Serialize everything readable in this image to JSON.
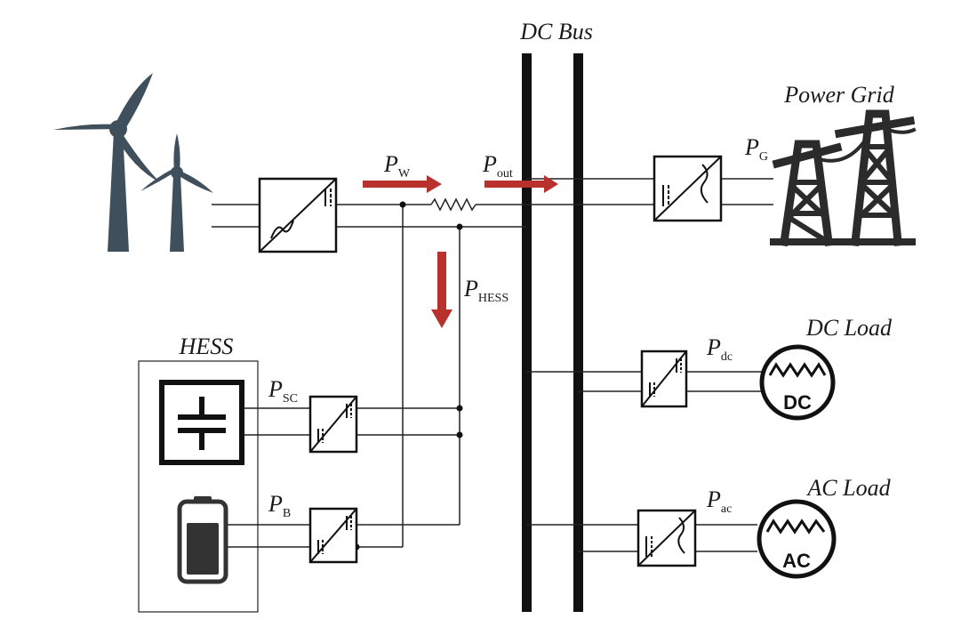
{
  "labels": {
    "dc_bus": "DC Bus",
    "power_grid": "Power Grid",
    "hess": "HESS",
    "dc_load": "DC Load",
    "ac_load": "AC Load"
  },
  "flows": {
    "pw": {
      "p": "P",
      "sub": "W"
    },
    "pout": {
      "p": "P",
      "sub": "out"
    },
    "pg": {
      "p": "P",
      "sub": "G"
    },
    "phess": {
      "p": "P",
      "sub": "HESS"
    },
    "psc": {
      "p": "P",
      "sub": "SC"
    },
    "pb": {
      "p": "P",
      "sub": "B"
    },
    "pdc": {
      "p": "P",
      "sub": "dc"
    },
    "pac": {
      "p": "P",
      "sub": "ac"
    }
  },
  "load_badges": {
    "dc": "DC",
    "ac": "AC"
  },
  "colors": {
    "arrow": "#b8312c",
    "turbine": "#3f4f5c",
    "line": "#222222"
  },
  "icons": [
    "wind-turbine-icon",
    "power-grid-tower-icon",
    "supercapacitor-icon",
    "battery-icon",
    "dc-load-icon",
    "ac-load-icon",
    "converter-icon",
    "resistor-icon"
  ]
}
